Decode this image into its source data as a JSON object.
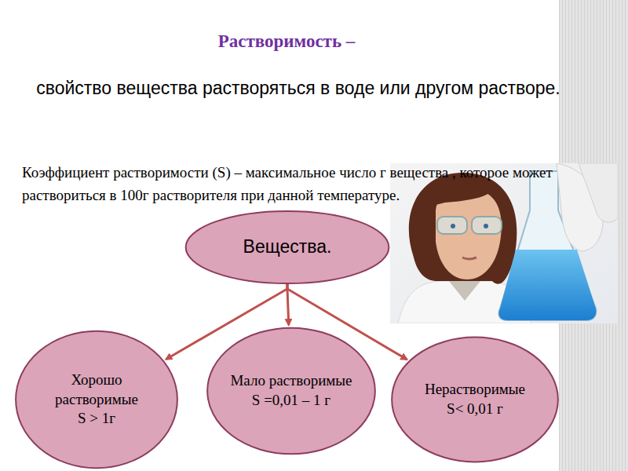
{
  "diagram": {
    "title": "Растворимость –",
    "nodes": [
      {
        "text": [
          "Вещества."
        ]
      },
      {
        "text": [
          "Хорошо растворимые",
          "S > 1г"
        ]
      },
      {
        "text": [
          "Мало растворимые",
          "S =0,01 – 1 г"
        ]
      },
      {
        "text": [
          "Нерастворимые",
          "S< 0,01 г"
        ]
      }
    ],
    "edges": [
      {
        "from": 0,
        "to": 1,
        "arrow": "to"
      },
      {
        "from": 0,
        "to": 2,
        "arrow": "to"
      },
      {
        "from": 0,
        "to": 3,
        "arrow": "to"
      }
    ],
    "labels": [
      "свойство вещества растворяться в воде или другом растворе.",
      "Коэффициент растворимости (S) – максимальное число г вещества , которое может раствориться в 100г растворителя при данной температуре."
    ]
  }
}
